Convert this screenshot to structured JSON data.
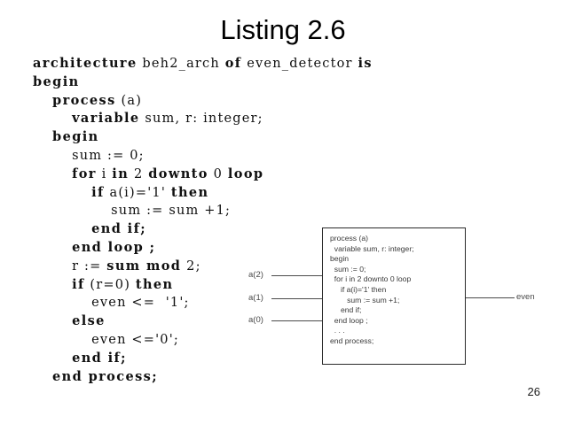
{
  "slide": {
    "title": "Listing 2.6",
    "page_number": "26"
  },
  "code_listing": {
    "language": "VHDL",
    "lines": [
      {
        "indent": 0,
        "tokens": [
          {
            "t": "kw",
            "s": "architecture"
          },
          {
            "t": "id",
            "s": " beh2_arch "
          },
          {
            "t": "kw",
            "s": "of"
          },
          {
            "t": "id",
            "s": " even_detector "
          },
          {
            "t": "kw",
            "s": "is"
          }
        ]
      },
      {
        "indent": 0,
        "tokens": [
          {
            "t": "kw",
            "s": "begin"
          }
        ]
      },
      {
        "indent": 1,
        "tokens": [
          {
            "t": "kw",
            "s": "process"
          },
          {
            "t": "id",
            "s": " (a)"
          }
        ]
      },
      {
        "indent": 2,
        "tokens": [
          {
            "t": "kw",
            "s": "variable"
          },
          {
            "t": "id",
            "s": " sum, r: integer;"
          }
        ]
      },
      {
        "indent": 1,
        "tokens": [
          {
            "t": "kw",
            "s": "begin"
          }
        ]
      },
      {
        "indent": 2,
        "tokens": [
          {
            "t": "id",
            "s": "sum := 0;"
          }
        ]
      },
      {
        "indent": 2,
        "tokens": [
          {
            "t": "kw",
            "s": "for"
          },
          {
            "t": "id",
            "s": " i "
          },
          {
            "t": "kw",
            "s": "in"
          },
          {
            "t": "id",
            "s": " 2 "
          },
          {
            "t": "kw",
            "s": "downto"
          },
          {
            "t": "id",
            "s": " 0 "
          },
          {
            "t": "kw",
            "s": "loop"
          }
        ]
      },
      {
        "indent": 3,
        "tokens": [
          {
            "t": "kw",
            "s": "if"
          },
          {
            "t": "id",
            "s": " a(i)="
          },
          {
            "t": "id",
            "s": "'1'"
          },
          {
            "t": "id",
            "s": " "
          },
          {
            "t": "kw",
            "s": "then"
          }
        ]
      },
      {
        "indent": 4,
        "tokens": [
          {
            "t": "id",
            "s": "sum := sum +1;"
          }
        ]
      },
      {
        "indent": 3,
        "tokens": [
          {
            "t": "kw",
            "s": "end if;"
          }
        ]
      },
      {
        "indent": 2,
        "tokens": [
          {
            "t": "kw",
            "s": "end loop ;"
          }
        ]
      },
      {
        "indent": 2,
        "tokens": [
          {
            "t": "id",
            "s": "r := "
          },
          {
            "t": "kw",
            "s": "sum mod"
          },
          {
            "t": "id",
            "s": " 2;"
          }
        ]
      },
      {
        "indent": 2,
        "tokens": [
          {
            "t": "kw",
            "s": "if"
          },
          {
            "t": "id",
            "s": " (r=0) "
          },
          {
            "t": "kw",
            "s": "then"
          }
        ]
      },
      {
        "indent": 3,
        "tokens": [
          {
            "t": "id",
            "s": "even <=  '1';"
          }
        ]
      },
      {
        "indent": 2,
        "tokens": [
          {
            "t": "kw",
            "s": "else"
          }
        ]
      },
      {
        "indent": 3,
        "tokens": [
          {
            "t": "id",
            "s": "even <='0';"
          }
        ]
      },
      {
        "indent": 2,
        "tokens": [
          {
            "t": "kw",
            "s": "end if;"
          }
        ]
      },
      {
        "indent": 1,
        "tokens": [
          {
            "t": "kw",
            "s": "end process;"
          }
        ]
      }
    ]
  },
  "block_diagram": {
    "inputs": [
      {
        "label": "a(2)"
      },
      {
        "label": "a(1)"
      },
      {
        "label": "a(0)"
      }
    ],
    "outputs": [
      {
        "label": "even"
      }
    ],
    "box_code_lines": [
      "process (a)",
      "  variable sum, r: integer;",
      "begin",
      "  sum := 0;",
      "  for i in 2 downto 0 loop",
      "     if a(i)='1' then",
      "        sum := sum +1;",
      "     end if;",
      "  end loop ;",
      "  . . .",
      "end process;"
    ]
  }
}
